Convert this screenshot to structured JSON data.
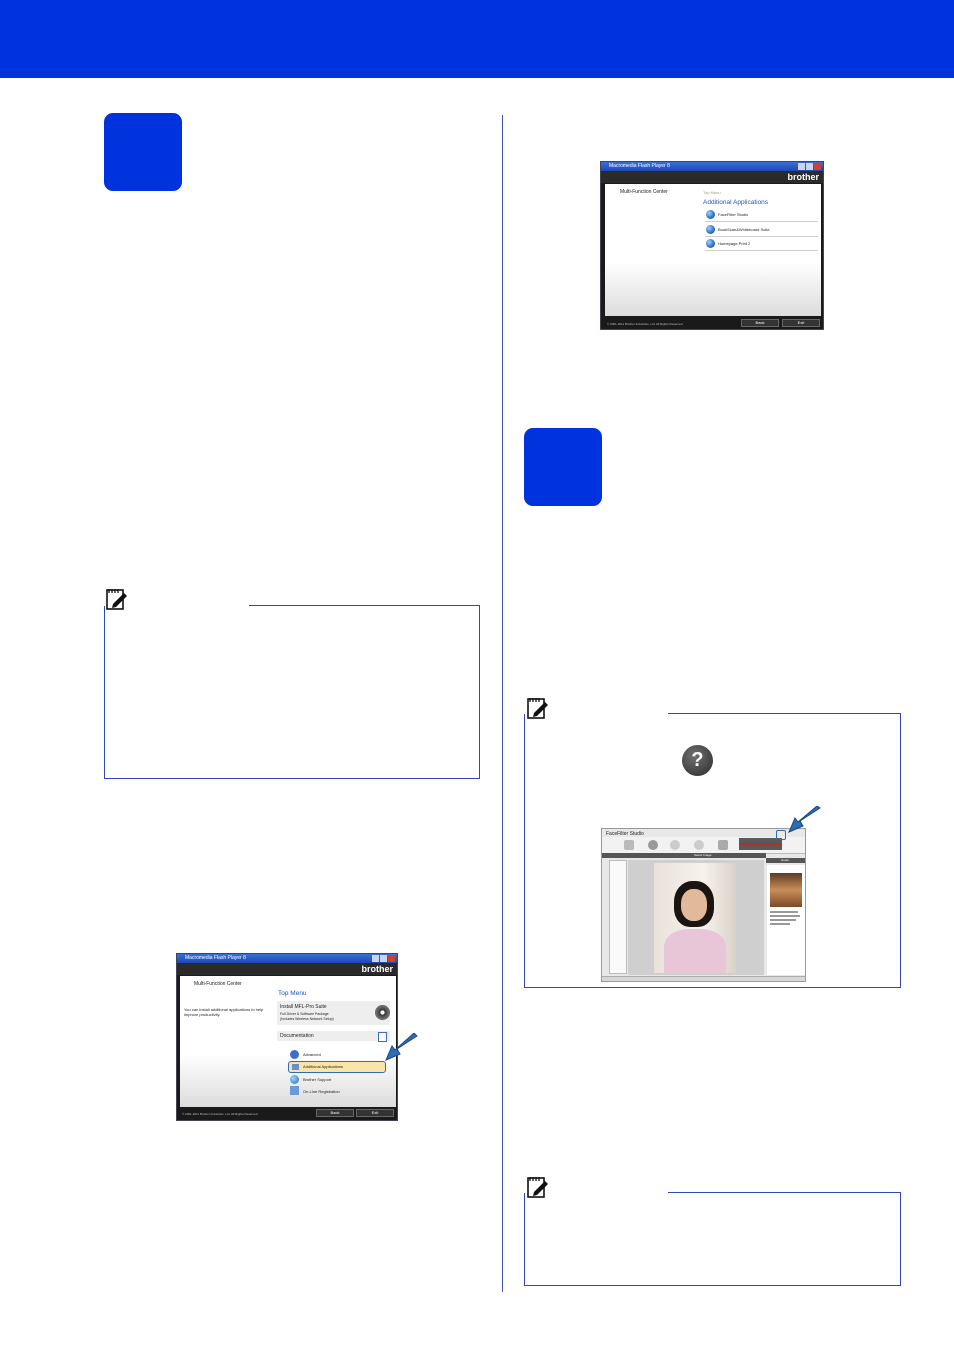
{
  "screens": {
    "additional_apps": {
      "window_title": "Macromedia Flash Player 8",
      "brand": "brother",
      "mfc_label": "Multi-Function Center",
      "breadcrumb": "Top Menu",
      "heading": "Additional Applications",
      "items": [
        "FaceFilter Studio",
        "BookScan&Whiteboard Suite",
        "Homepage Print 2"
      ],
      "copyright": "© 2001-2011 Brother Industries, Ltd. All Rights Reserved.",
      "back_label": "Back",
      "exit_label": "Exit"
    },
    "top_menu": {
      "window_title": "Macromedia Flash Player 8",
      "brand": "brother",
      "mfc_label": "Multi-Function Center",
      "sidebar_text": "You can install additional applications to help improve productivity.",
      "heading": "Top Menu",
      "install_title": "Install MFL-Pro Suite",
      "install_sub1": "Full Driver & Software Package",
      "install_sub2": "(Includes Wireless Network Setup)",
      "documentation": "Documentation",
      "menu_items": [
        "Advanced",
        "Additional Applications",
        "Brother Support",
        "On-Line Registration"
      ],
      "copyright": "© 2001-2011 Brother Industries, Ltd. All Rights Reserved.",
      "back_label": "Back",
      "exit_label": "Exit"
    },
    "facefilter": {
      "app_title": "FaceFilter Studio",
      "panel_title": "Select Image",
      "guide_title": "Guide",
      "help_glyph": "?"
    }
  },
  "colors": {
    "brand_blue": "#0033e0",
    "note_border": "#3347b4",
    "arrow_blue": "#2e6db5"
  }
}
